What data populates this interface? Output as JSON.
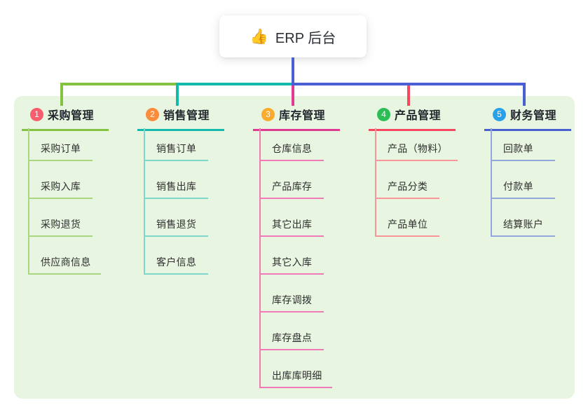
{
  "root": {
    "icon": "👍",
    "label": "ERP 后台"
  },
  "colors": {
    "root_connector": "#4a5fd2",
    "panel_bg": "#e8f5e1"
  },
  "branches": [
    {
      "badge": "1",
      "label": "采购管理",
      "badge_color": "#f75d6d",
      "line_color": "#84c341",
      "sub_line_color": "#a9d77d",
      "items": [
        "采购订单",
        "采购入库",
        "采购退货",
        "供应商信息"
      ]
    },
    {
      "badge": "2",
      "label": "销售管理",
      "badge_color": "#fb8b3d",
      "line_color": "#13b9ab",
      "sub_line_color": "#7fd6cb",
      "items": [
        "销售订单",
        "销售出库",
        "销售退货",
        "客户信息"
      ]
    },
    {
      "badge": "3",
      "label": "库存管理",
      "badge_color": "#fbab2c",
      "line_color": "#e13a92",
      "sub_line_color": "#ef7ab8",
      "items": [
        "仓库信息",
        "产品库存",
        "其它出库",
        "其它入库",
        "库存调拨",
        "库存盘点",
        "出库库明细"
      ]
    },
    {
      "badge": "4",
      "label": "产品管理",
      "badge_color": "#2cbd55",
      "line_color": "#f7485f",
      "sub_line_color": "#f9969b",
      "items": [
        "产品（物料）",
        "产品分类",
        "产品单位"
      ]
    },
    {
      "badge": "5",
      "label": "财务管理",
      "badge_color": "#29a1ea",
      "line_color": "#4a5fd2",
      "sub_line_color": "#93a7de",
      "items": [
        "回款单",
        "付款单",
        "结算账户"
      ]
    }
  ]
}
